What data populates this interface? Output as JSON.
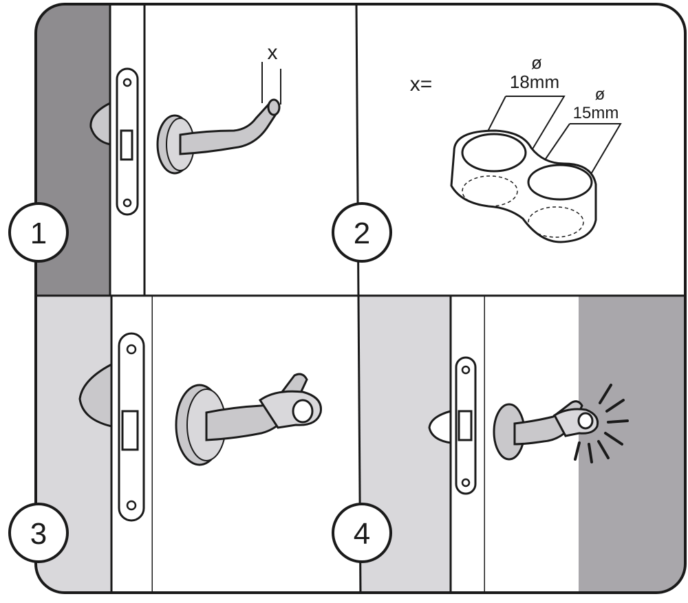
{
  "steps": [
    {
      "number": "1"
    },
    {
      "number": "2"
    },
    {
      "number": "3"
    },
    {
      "number": "4"
    }
  ],
  "labels": {
    "measure_x": "x",
    "x_equals": "x=",
    "diameter_symbol": "ø",
    "large_hole": "18mm",
    "small_hole": "15mm"
  },
  "colors": {
    "outline": "#1a1a1a",
    "dark_wall": "#8e8c8f",
    "light_wall": "#d9d8db",
    "mid_wall": "#a9a7ab",
    "handle": "#c9c8cb",
    "door": "#ffffff"
  }
}
